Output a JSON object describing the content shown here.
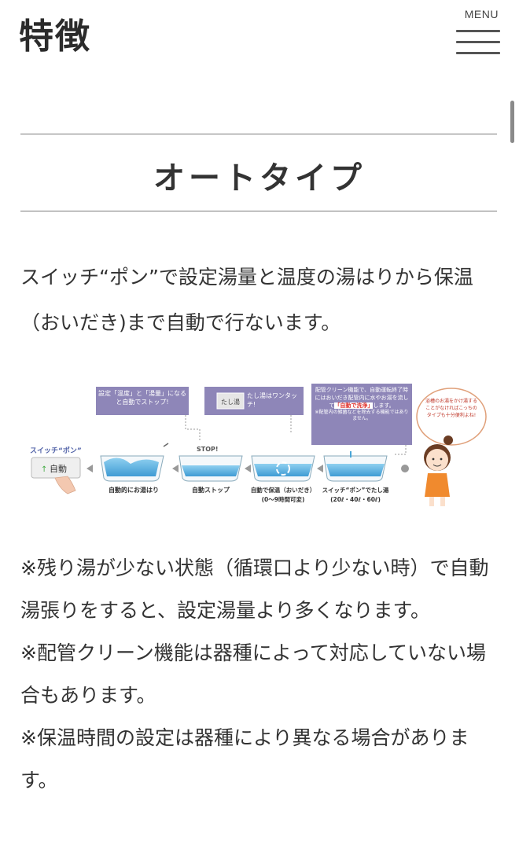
{
  "header": {
    "title": "特徴",
    "menu_label": "MENU"
  },
  "section": {
    "title": "オートタイプ",
    "intro": "スイッチ“ポン”で設定湯量と温度の湯はりから保温（おいだき)まで自動で行ないます。"
  },
  "diagram": {
    "callouts": {
      "stop": "設定「温度」と「湯量」になると自動でストップ!",
      "tashiyu_badge": "たし湯",
      "tashiyu": "たし湯はワンタッチ!",
      "clean": "配管クリーン機能で、自動運転終了時にはおいだき配管内に水やお湯を流して",
      "clean_highlight": "「自動で洗浄」",
      "clean_suffix": "します。",
      "clean_note": "※配管内の雑菌などを除去する機能ではありません。",
      "speech": "浴槽のお湯をかけ湯することがなければこっちのタイプも十分便利よね!"
    },
    "switch_label": "スイッチ“ポン”",
    "switch_button": "自動",
    "stop_mark": "STOP!",
    "steps": [
      {
        "label": "自動的にお湯はり"
      },
      {
        "label": "自動ストップ"
      },
      {
        "label": "自動で保温（おいだき）",
        "sub": "(0〜9時間可変)"
      },
      {
        "label": "スイッチ“ポン”でたし湯",
        "sub": "(20ℓ・40ℓ・60ℓ)"
      }
    ],
    "colors": {
      "callout": "#8e86b8",
      "water": "#4aa6d8",
      "accent_red": "#e0322c",
      "speech_border": "#e0a07a"
    }
  },
  "notes": [
    "※残り湯が少ない状態（循環口より少ない時）で自動湯張りをすると、設定湯量より多くなります。",
    "※配管クリーン機能は器種によって対応していない場合もあります。",
    "※保温時間の設定は器種により異なる場合があります。"
  ]
}
